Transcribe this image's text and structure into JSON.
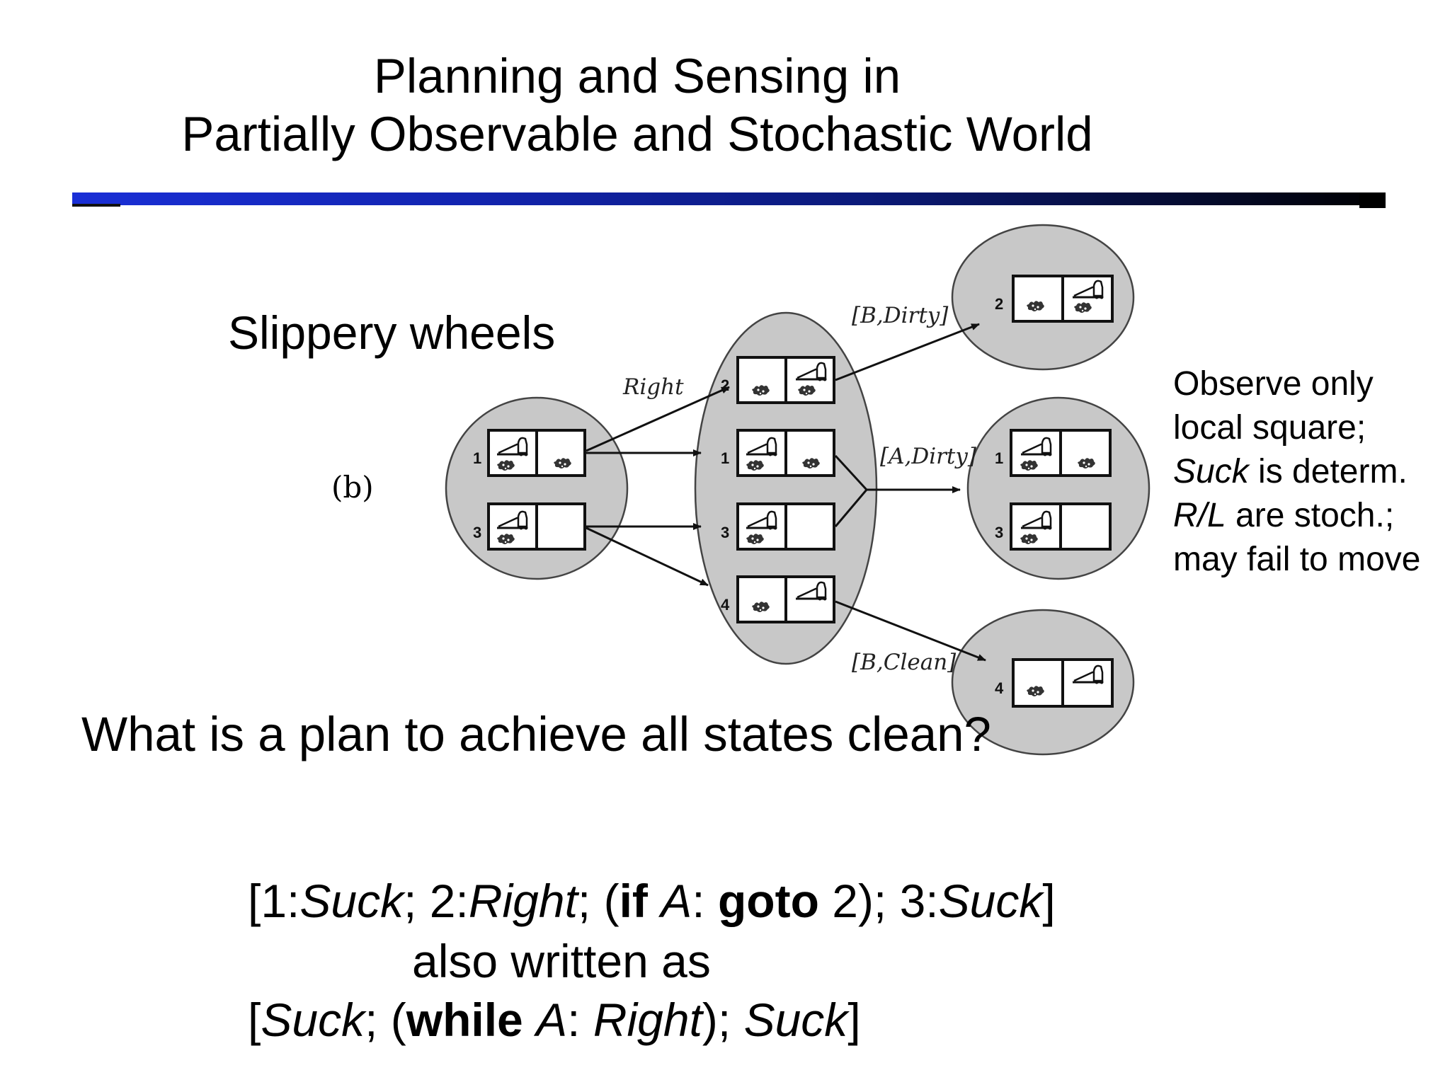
{
  "title": {
    "line1": "Planning and Sensing in",
    "line2": "Partially Observable and Stochastic World"
  },
  "subtitle": "Slippery wheels",
  "figure_label": "(b)",
  "edge_labels": {
    "right": "Right",
    "b_dirty": "[B,Dirty]",
    "a_dirty": "[A,Dirty]",
    "b_clean": "[B,Clean]"
  },
  "state_numbers": {
    "s1": "1",
    "s2": "2",
    "s3": "3",
    "s4": "4"
  },
  "icons": {
    "robot": "vacuum-robot-icon",
    "dirt": "dirt-icon"
  },
  "side_note": {
    "line1": "Observe only",
    "line2": "local square;",
    "line3_italic": "Suck",
    "line3_rest": " is determ.",
    "line4_italic": "R/L",
    "line4_rest": " are stoch.;",
    "line5": "may fail to move"
  },
  "question": "What is a plan to achieve all states clean?",
  "plan": {
    "p1_open": "[1:",
    "p1_suck": "Suck",
    "p1_sep1": "; 2:",
    "p1_right": "Right",
    "p1_sep2": "; (",
    "p1_if": "if",
    "p1_sp": " ",
    "p1_a": "A",
    "p1_colon": ": ",
    "p1_goto": "goto",
    "p1_sep3": " 2); 3:",
    "p1_suck2": "Suck",
    "p1_close": "]",
    "p2": "also written as",
    "p3_open": "[",
    "p3_suck": "Suck",
    "p3_sep1": "; (",
    "p3_while": "while",
    "p3_sp": " ",
    "p3_a": "A",
    "p3_colon": ": ",
    "p3_right": "Right",
    "p3_sep2": "); ",
    "p3_suck2": "Suck",
    "p3_close": "]"
  }
}
